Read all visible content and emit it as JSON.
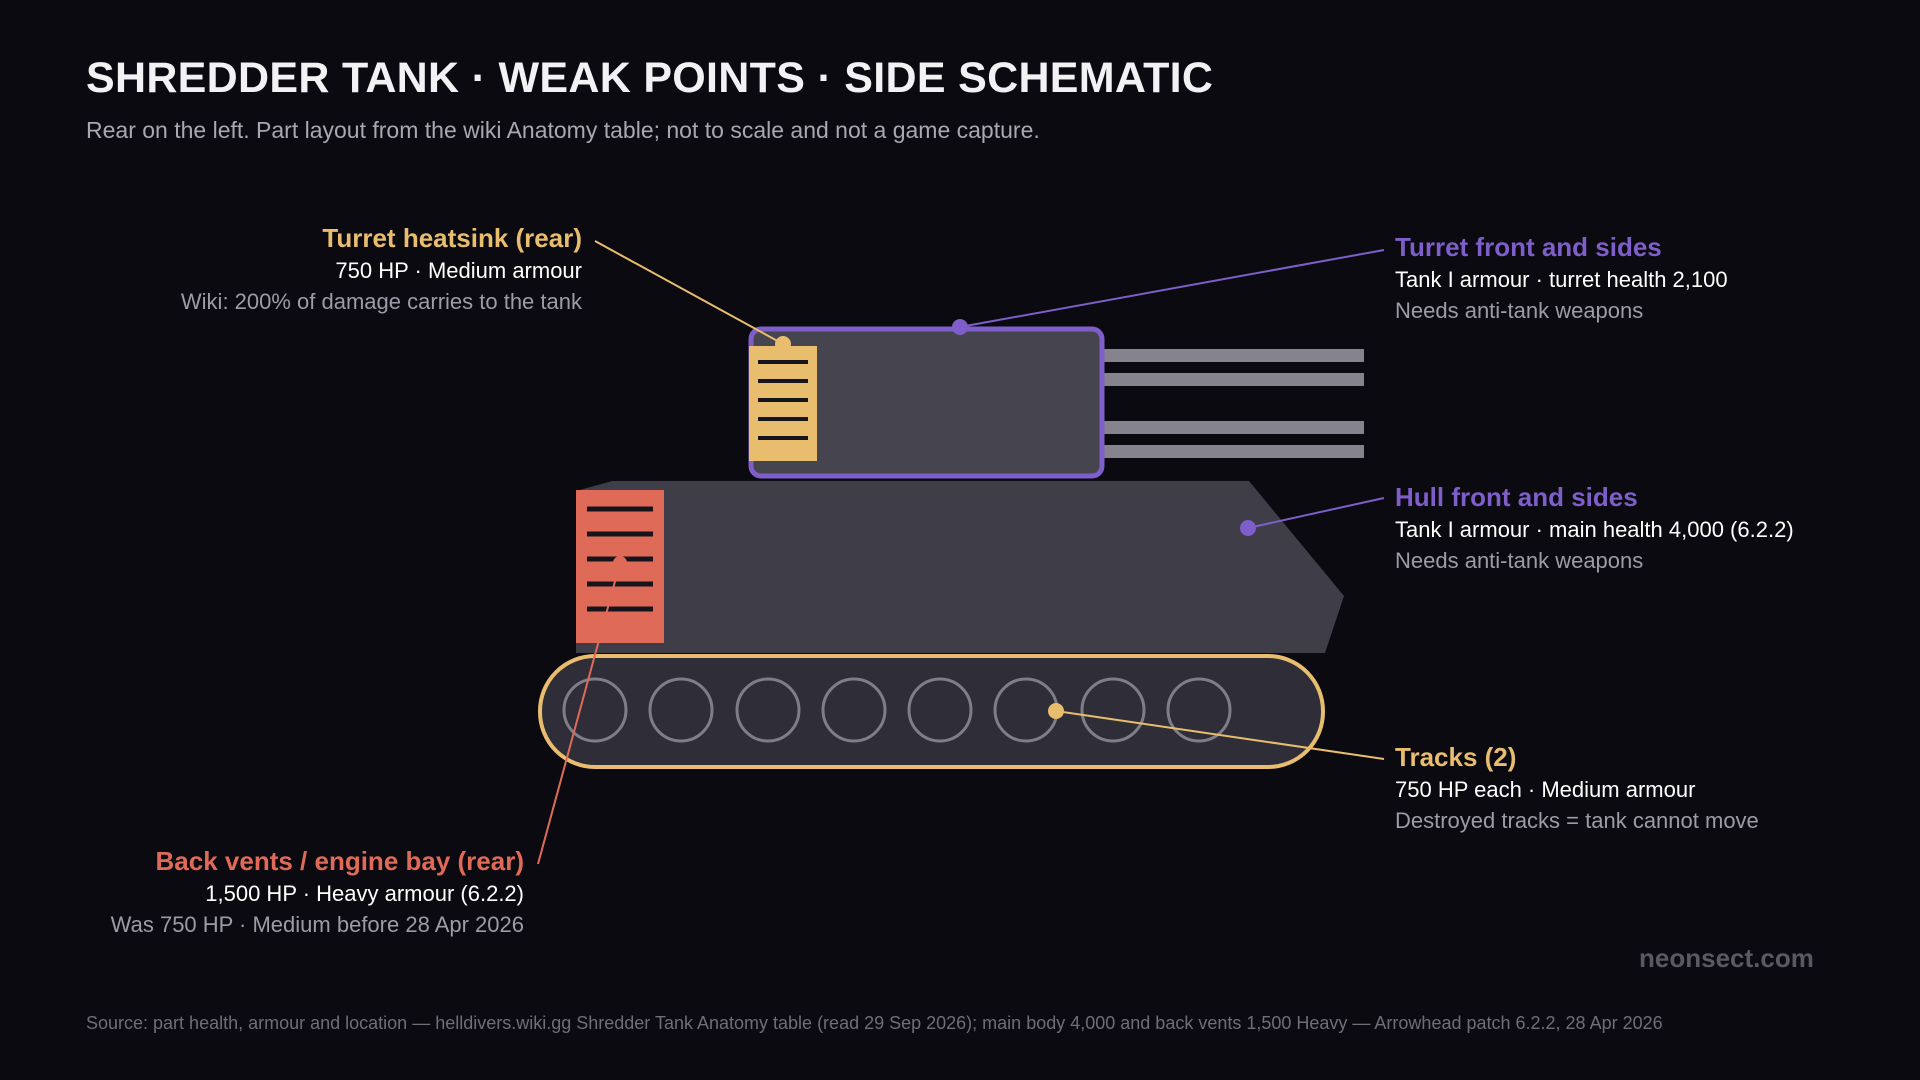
{
  "header": {
    "title": "SHREDDER TANK · WEAK POINTS · SIDE SCHEMATIC",
    "subtitle": "Rear on the left. Part layout from the wiki Anatomy table; not to scale and not a game capture."
  },
  "parts": {
    "turret_heatsink": {
      "title": "Turret heatsink (rear)",
      "line1": "750 HP · Medium armour",
      "line2": "Wiki: 200% of damage carries to the tank",
      "color": "#e9bd6e"
    },
    "turret_front": {
      "title": "Turret front and sides",
      "line1": "Tank I armour · turret health 2,100",
      "line2": "Needs anti-tank weapons",
      "color": "#7e5ec9"
    },
    "hull_front": {
      "title": "Hull front and sides",
      "line1": "Tank I armour · main health 4,000 (6.2.2)",
      "line2": "Needs anti-tank weapons",
      "color": "#7e5ec9"
    },
    "tracks": {
      "title": "Tracks (2)",
      "line1": "750 HP each · Medium armour",
      "line2": "Destroyed tracks = tank cannot move",
      "color": "#e9bd6e"
    },
    "back_vents": {
      "title": "Back vents / engine bay (rear)",
      "line1": "1,500 HP · Heavy armour (6.2.2)",
      "line2": "Was 750 HP · Medium before 28 Apr 2026",
      "color": "#e06a58"
    }
  },
  "watermark": "neonsect.com",
  "source": "Source: part health, armour and location — helldivers.wiki.gg Shredder Tank Anatomy table (read 29 Sep 2026); main body 4,000 and back vents 1,500 Heavy — Arrowhead patch 6.2.2, 28 Apr 2026"
}
